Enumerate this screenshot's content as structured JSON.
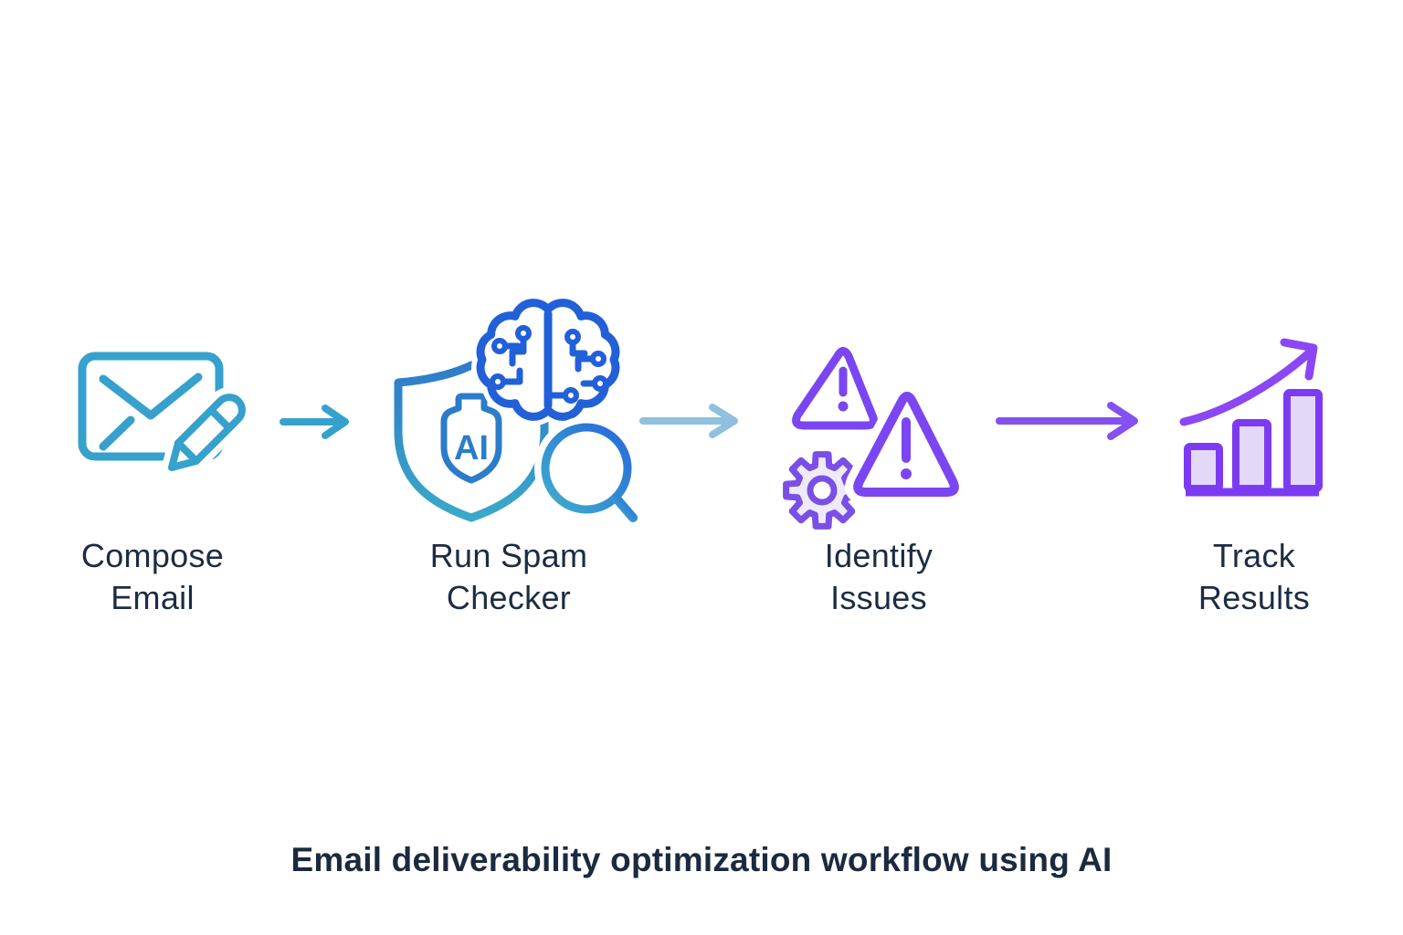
{
  "caption": "Email deliverability optimization workflow using AI",
  "shield_label": "AI",
  "steps": [
    {
      "label": "Compose\nEmail",
      "icon": "envelope-pencil-icon"
    },
    {
      "label": "Run Spam\nChecker",
      "icon": "ai-shield-brain-magnifier-icon"
    },
    {
      "label": "Identify\nIssues",
      "icon": "warning-triangles-gear-icon"
    },
    {
      "label": "Track\nResults",
      "icon": "growth-bar-chart-icon"
    }
  ],
  "arrows": [
    {
      "name": "flow-arrow-1"
    },
    {
      "name": "flow-arrow-2"
    },
    {
      "name": "flow-arrow-3"
    }
  ],
  "colors": {
    "background": "#ffffff",
    "label_text": "#1c2c42",
    "caption_text": "#1b2a3e",
    "teal": "#35a1cc",
    "arrow_light_blue": "#8fc0df",
    "arrow_purple": "#8450f0",
    "brain_blue": "#2160d8",
    "shield_top": "#2e7cc9",
    "shield_bottom": "#3aa9c8",
    "badge_blue": "#2b7cc9",
    "magnifier_teal": "#3faecb",
    "magnifier_blue": "#2668dd",
    "warning_purple": "#7c45f2",
    "gear_purple": "#7a4fe6",
    "gear_fill": "#efeafb",
    "bar_outline": "#7c3bf2",
    "bar_fill": "#e4d8f9",
    "growth_arrow": "#8b47f4",
    "white": "#ffffff"
  }
}
